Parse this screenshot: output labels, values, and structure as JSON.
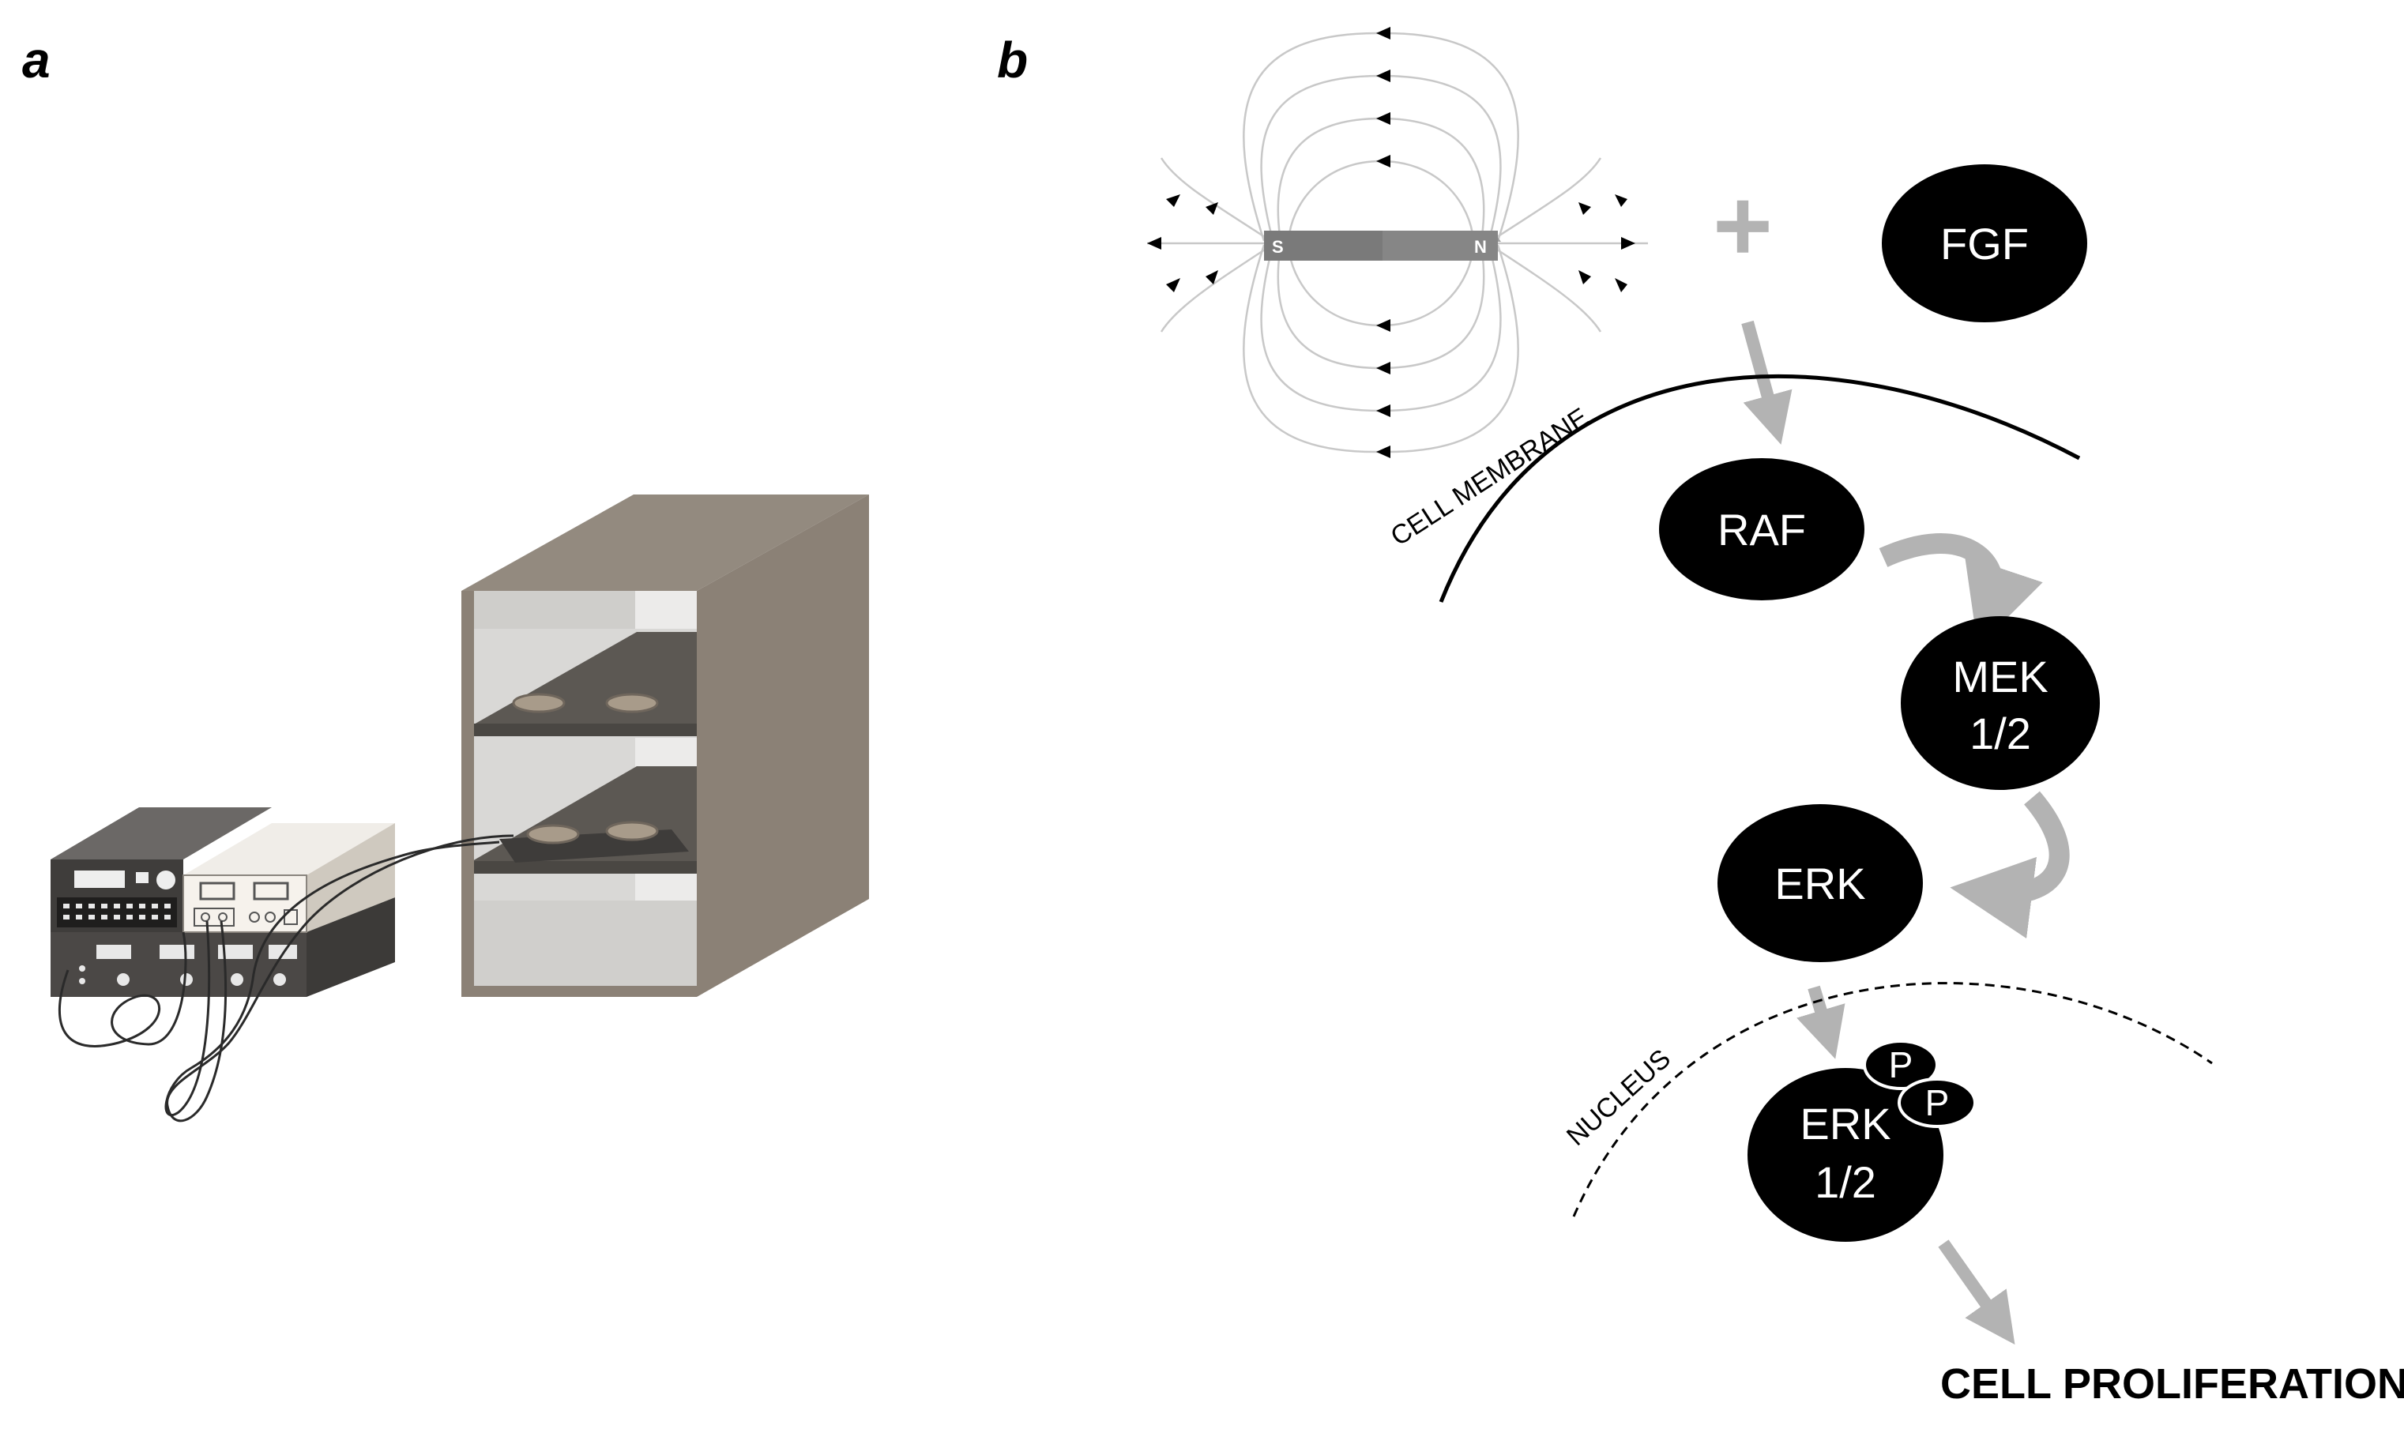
{
  "panels": {
    "a": {
      "letter": "a"
    },
    "b": {
      "letter": "b"
    }
  },
  "magnet": {
    "south_label": "S",
    "north_label": "N"
  },
  "plus_sign": "+",
  "nodes": {
    "fgf": "FGF",
    "raf": "RAF",
    "mek": {
      "line1": "MEK",
      "line2": "1/2"
    },
    "erk": "ERK",
    "erk12": {
      "line1": "ERK",
      "line2": "1/2"
    },
    "phospho_1": "P",
    "phospho_2": "P"
  },
  "labels": {
    "cell_membrane": "CELL MEMBRANE",
    "nucleus": "NUCLEUS",
    "outcome": "CELL PROLIFERATION"
  },
  "colors": {
    "node_fill": "#000000",
    "arrow_gray": "#b3b3b3",
    "field_line": "#c8c8c8",
    "incubator": "#8b8176",
    "incubator_inner": "#d9d8d6",
    "magnet": "#808080"
  }
}
